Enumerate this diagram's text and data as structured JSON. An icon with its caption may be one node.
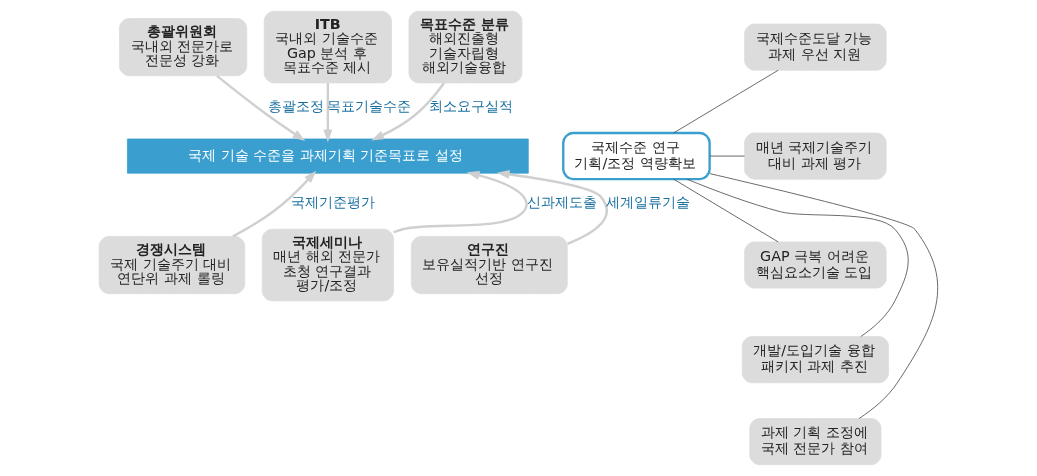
{
  "diagram": {
    "nodes": [
      {
        "text": [
          "총괄위원회",
          "국내외 전문가로 전문성 강화"
        ]
      },
      {
        "text": [
          "ITB",
          "국내외 기술수준 Gap 분석 후 목표수준 제시"
        ]
      },
      {
        "text": [
          "목표수준 분류",
          "해외진출형 기술자립형 해외기술융합"
        ]
      },
      {
        "text": [
          "국제 기술 수준을 과제기획 기준목표로 설정"
        ]
      },
      {
        "text": [
          "경쟁시스템",
          "국제 기술주기 대비 연단위 과제 롤링"
        ]
      },
      {
        "text": [
          "국제세미나",
          "매년 해외 전문가 초청 연구결과 평가/조정"
        ]
      },
      {
        "text": [
          "연구진",
          "보유실적기반 연구진 선정"
        ]
      },
      {
        "text": [
          "국제수준 연구 기획/조정 역량확보"
        ]
      },
      {
        "text": [
          "국제수준도달 가능 과제 우선 지원"
        ]
      },
      {
        "text": [
          "매년 국제기술주기 대비 과제 평가"
        ]
      },
      {
        "text": [
          "GAP 극복 어려운 핵심요소기술 도입"
        ]
      },
      {
        "text": [
          "개발/도입기술 융합 패키지 과제 추진"
        ]
      },
      {
        "text": [
          "과제 기획 조정에 국제 전문가 참여"
        ]
      }
    ],
    "edges": [
      {
        "from": 0,
        "to": 3,
        "arrow": "to",
        "label": "총괄조정"
      },
      {
        "from": 1,
        "to": 3,
        "arrow": "to",
        "label": "목표기술수준"
      },
      {
        "from": 2,
        "to": 3,
        "arrow": "to",
        "label": "최소요구실적"
      },
      {
        "from": 4,
        "to": 3,
        "arrow": "to",
        "label": "국제기준평가"
      },
      {
        "from": 5,
        "to": 3,
        "arrow": "to",
        "label": "신과제도출"
      },
      {
        "from": 6,
        "to": 3,
        "arrow": "to",
        "label": "세계일류기술"
      },
      {
        "from": 7,
        "to": 8,
        "arrow": "none",
        "color": "#444444"
      },
      {
        "from": 7,
        "to": 9,
        "arrow": "none",
        "color": "#444444"
      },
      {
        "from": 7,
        "to": 10,
        "arrow": "none",
        "color": "#444444"
      },
      {
        "from": 7,
        "to": 11,
        "arrow": "none",
        "color": "#444444"
      },
      {
        "from": 7,
        "to": 12,
        "arrow": "none",
        "color": "#444444"
      }
    ]
  }
}
